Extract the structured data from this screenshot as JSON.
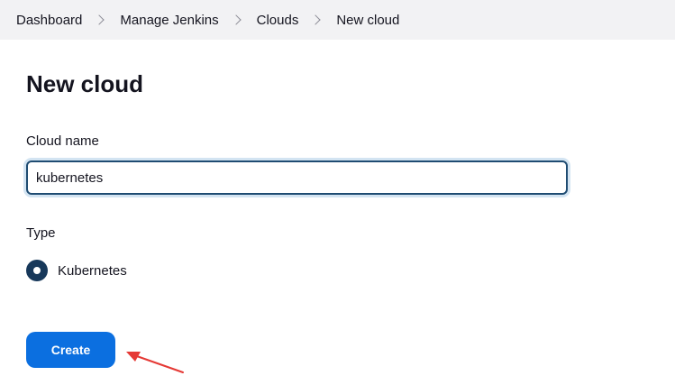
{
  "breadcrumb": {
    "items": [
      "Dashboard",
      "Manage Jenkins",
      "Clouds",
      "New cloud"
    ]
  },
  "page": {
    "title": "New cloud"
  },
  "form": {
    "cloud_name_label": "Cloud name",
    "cloud_name_value": "kubernetes",
    "type_label": "Type",
    "type_options": [
      {
        "label": "Kubernetes",
        "selected": true
      }
    ],
    "create_label": "Create"
  },
  "colors": {
    "primary_button": "#0b6fe0",
    "radio_selected": "#17385a",
    "annotation_arrow": "#e53935"
  }
}
